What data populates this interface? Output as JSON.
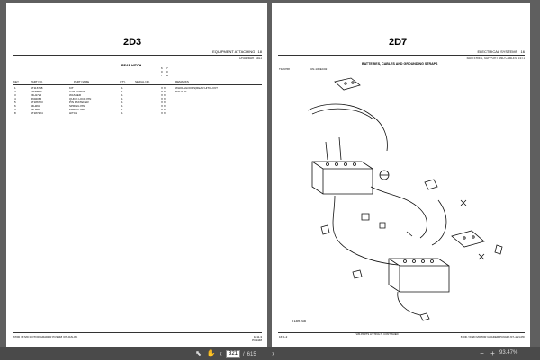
{
  "left_page": {
    "code": "2D3",
    "section": "EQUIPMENT ATTACHING",
    "section_no": "18",
    "subsection": "DRAWBAR",
    "subsection_code": "1811",
    "table_title": "REAR HITCH",
    "headers": {
      "key": "KEY",
      "part_no": "PART NO.",
      "part_name": "PART NAME",
      "qty": "QTY.",
      "serial_no": "SERIAL NO.",
      "remarks": "REMARKS",
      "model_col": [
        "6",
        "0",
        "7",
        "7",
        "0",
        "D"
      ]
    },
    "rows": [
      {
        "key": "1",
        "part_no": "AT116748",
        "name": "KIT",
        "qty": "1",
        "x": "X X",
        "remarks": "(WHOLEGOODS)REAR HITCH KIT"
      },
      {
        "key": "2",
        "part_no": "19M7567",
        "name": "CAP SCREW",
        "qty": "1",
        "x": "X X",
        "remarks": "RED X 50"
      },
      {
        "key": "3",
        "part_no": "24H1722",
        "name": "WASHER",
        "qty": "1",
        "x": "X X",
        "remarks": ""
      },
      {
        "key": "4",
        "part_no": "R602085",
        "name": "QUICK LOCK PIN",
        "qty": "1",
        "x": "X X",
        "remarks": ""
      },
      {
        "key": "5",
        "part_no": "AT186723",
        "name": "PIN FASTENER",
        "qty": "1",
        "x": "X X",
        "remarks": ""
      },
      {
        "key": "6",
        "part_no": "34H293",
        "name": "SPRING PIN",
        "qty": "1",
        "x": "X X",
        "remarks": ""
      },
      {
        "key": "7",
        "part_no": "34H383",
        "name": "SPRING PIN",
        "qty": "1",
        "x": "X X",
        "remarks": ""
      },
      {
        "key": "8",
        "part_no": "AT187224",
        "name": "HITCH",
        "qty": "1",
        "x": "X X",
        "remarks": ""
      }
    ],
    "footer_left": "670D / 672D MOTOR GRADER   PC9448   (07-JAN-05)",
    "footer_right": "1811-3",
    "footer_right_sub": "PC9448"
  },
  "right_page": {
    "code": "2D7",
    "section": "ELECTRICAL SYSTEMS",
    "section_no": "16",
    "subsection": "BATTERIES, SUPPORT AND CABLES",
    "subsection_code": "1671",
    "table_title": "BATTERIES, CABLES AND GROUNDING STRAPS",
    "fig_code_left": "T189768",
    "fig_code_mid": "-UN-13DEC02",
    "diagram_label": "T189768",
    "footer_left": "1671-2",
    "footer_center": "THIS PARTS LISTING IS CONTINUED",
    "footer_right": "670D / 672D MOTOR GRADER   PC9448   (07-JAN-05)"
  },
  "toolbar": {
    "current_page": "321",
    "page_sep": "/",
    "total_pages": "615",
    "zoom": "93.47%",
    "prev_label": "‹",
    "next_label": "›",
    "cursor_label": "⬉",
    "hand_label": "✋",
    "zoom_out_label": "−",
    "zoom_in_label": "+"
  },
  "colors": {
    "background": "#5f5f5f",
    "page": "#ffffff",
    "toolbar": "#4a4a4a"
  }
}
